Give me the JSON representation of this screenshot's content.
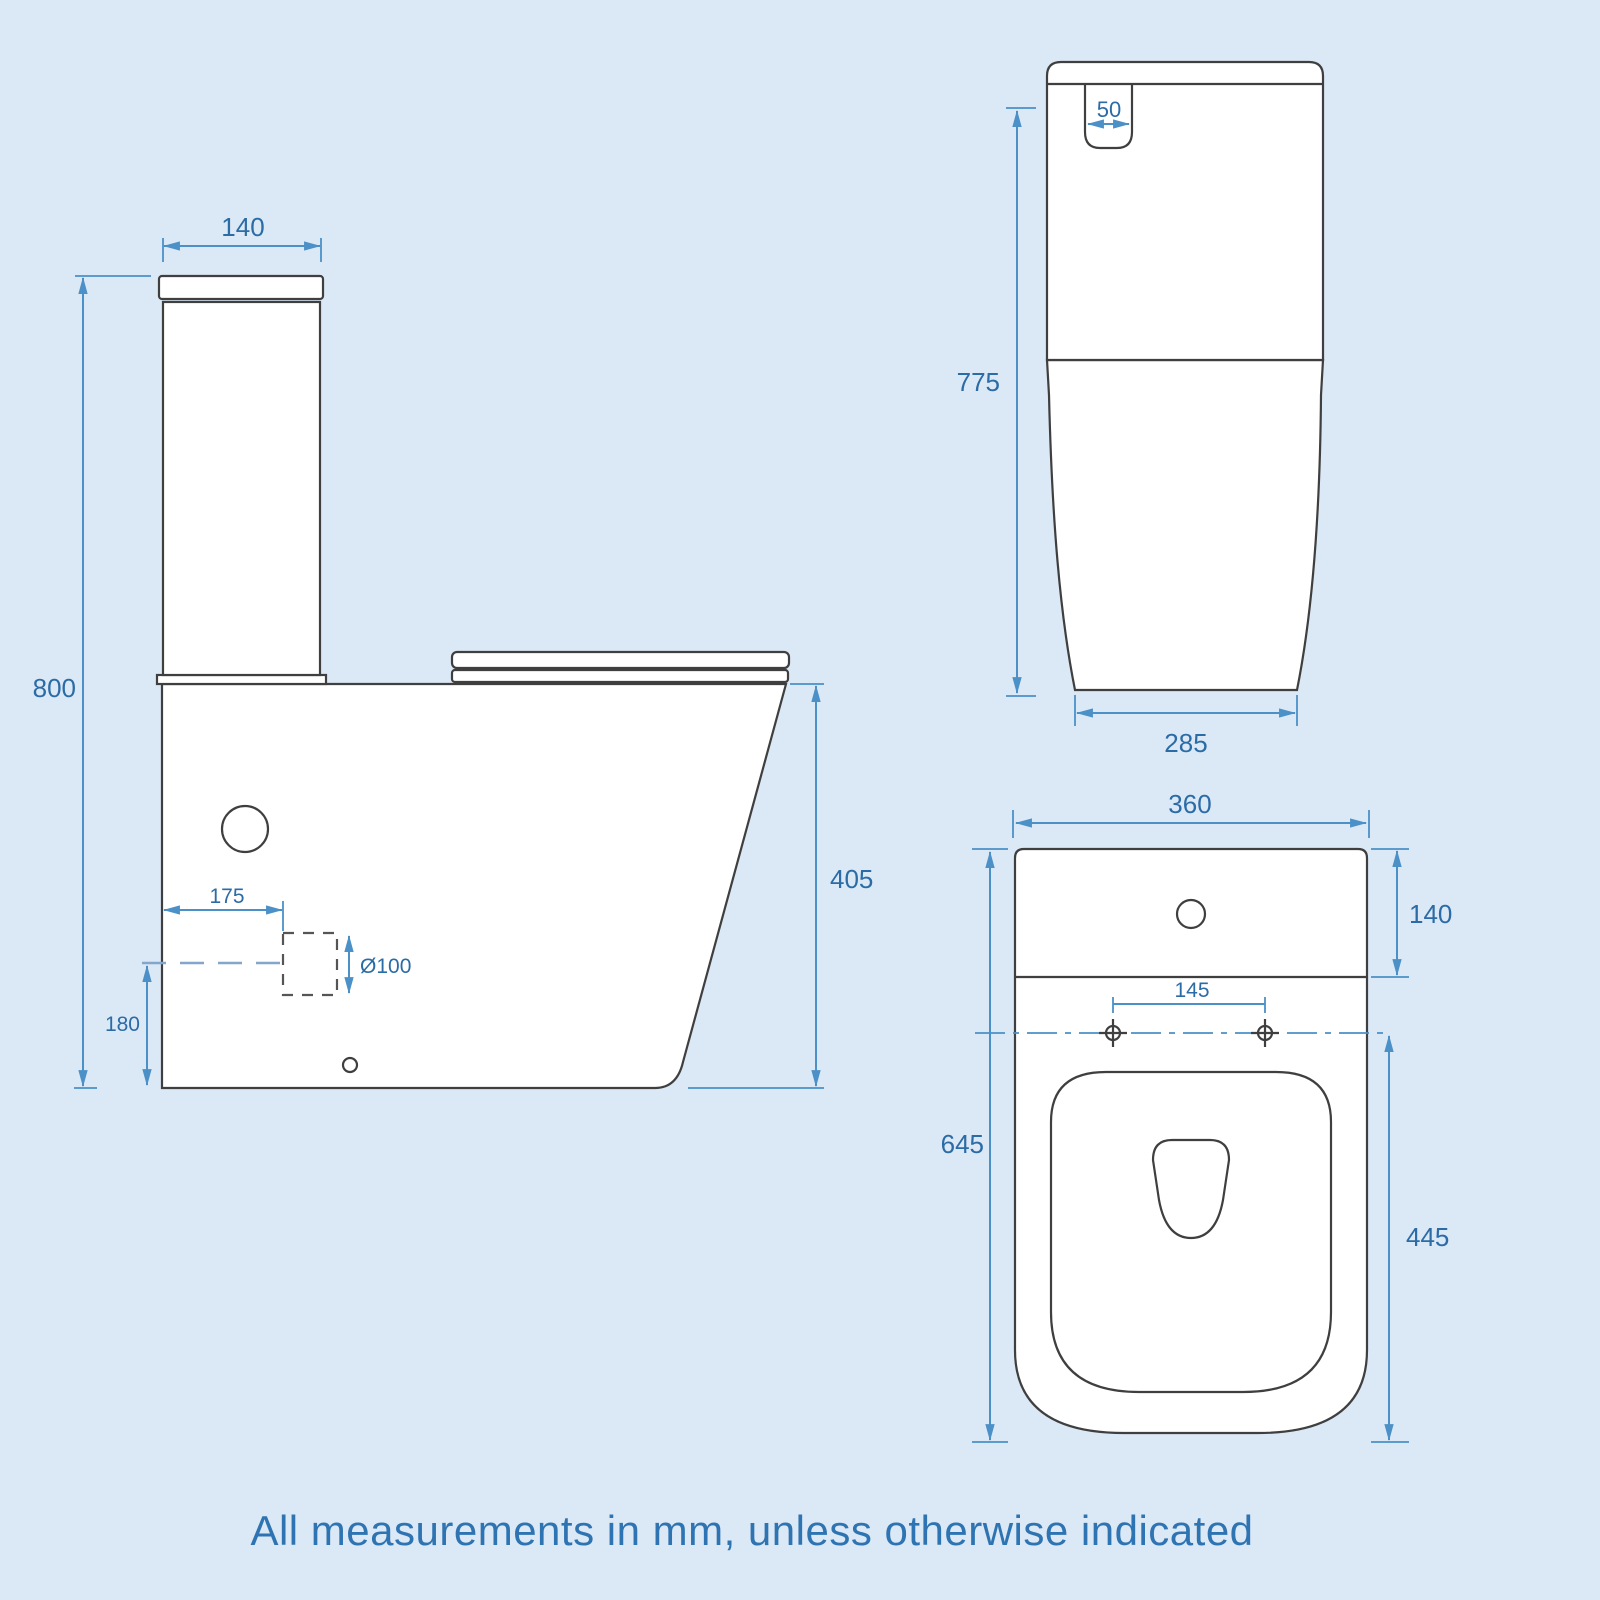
{
  "note": "All measurements in mm, unless otherwise indicated",
  "side_view": {
    "cistern_width": "140",
    "overall_height": "800",
    "outlet_setout": "175",
    "outlet_height": "180",
    "outlet_diameter": "Ø100",
    "pan_height": "405"
  },
  "front_view": {
    "flush_button_width": "50",
    "overall_height": "775",
    "base_width": "285"
  },
  "plan_view": {
    "overall_width": "360",
    "cistern_depth": "140",
    "fixing_centres": "145",
    "overall_depth": "645",
    "seat_depth": "445"
  },
  "colors": {
    "background": "#dbe8f5",
    "outline": "#3f3f3f",
    "dimension_line": "#4b90c7",
    "dimension_text": "#2b6ba6",
    "note_text": "#2f74b2",
    "shape_fill": "#ffffff"
  }
}
